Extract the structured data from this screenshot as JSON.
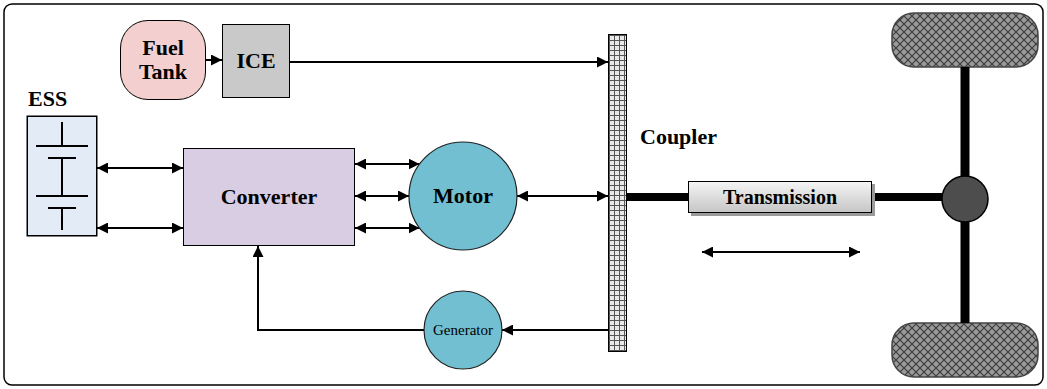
{
  "diagram": {
    "nodes": [
      {
        "text": [
          "Fuel Tank"
        ]
      },
      {
        "text": [
          "ICE"
        ]
      },
      {
        "text": [
          "ESS"
        ]
      },
      {
        "text": [
          "Converter"
        ]
      },
      {
        "text": [
          "Motor"
        ]
      },
      {
        "text": [
          "Coupler"
        ]
      },
      {
        "text": [
          "Transmission"
        ]
      },
      {
        "text": [
          "Generator"
        ]
      }
    ],
    "edges": [
      {
        "from": 0,
        "to": 1,
        "arrow": "to"
      },
      {
        "from": 1,
        "to": 5,
        "arrow": "to"
      },
      {
        "from": 2,
        "to": 3,
        "arrow": "both"
      },
      {
        "from": 2,
        "to": 3,
        "arrow": "both"
      },
      {
        "from": 3,
        "to": 4,
        "arrow": "both"
      },
      {
        "from": 3,
        "to": 4,
        "arrow": "both"
      },
      {
        "from": 3,
        "to": 4,
        "arrow": "both"
      },
      {
        "from": 4,
        "to": 5,
        "arrow": "both"
      },
      {
        "from": 5,
        "to": 7,
        "arrow": "to"
      },
      {
        "from": 7,
        "to": 3,
        "arrow": "to"
      },
      {
        "from": 5,
        "to": 6,
        "arrow": "none"
      }
    ]
  }
}
